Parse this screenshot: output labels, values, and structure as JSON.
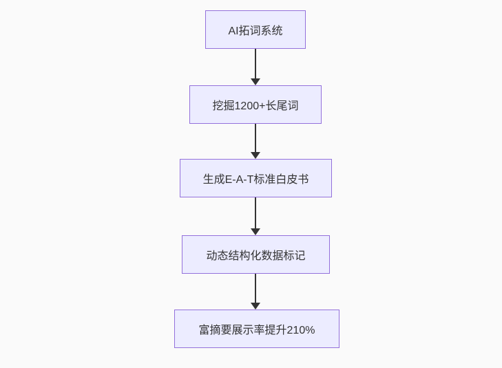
{
  "diagram": {
    "type": "flowchart",
    "direction": "top-down",
    "nodes": [
      {
        "id": "n1",
        "label": "AI拓词系统"
      },
      {
        "id": "n2",
        "label": "挖掘1200+长尾词"
      },
      {
        "id": "n3",
        "label": "生成E-A-T标准白皮书"
      },
      {
        "id": "n4",
        "label": "动态结构化数据标记"
      },
      {
        "id": "n5",
        "label": "富摘要展示率提升210%"
      }
    ],
    "edges": [
      {
        "from": "n1",
        "to": "n2"
      },
      {
        "from": "n2",
        "to": "n3"
      },
      {
        "from": "n3",
        "to": "n4"
      },
      {
        "from": "n4",
        "to": "n5"
      }
    ],
    "colors": {
      "node_fill": "#ececff",
      "node_border": "#9370db",
      "arrow": "#333333",
      "text": "#333333",
      "background": "#fafafa"
    }
  }
}
